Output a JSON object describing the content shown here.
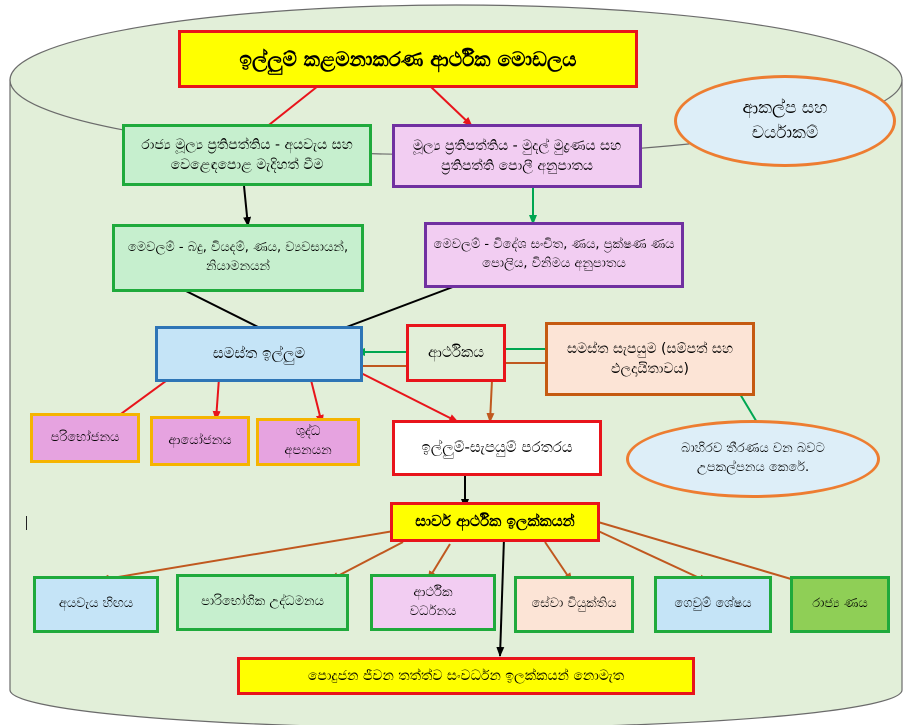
{
  "title": "ඉල්ලුම් කළමනාකරණ ආර්ථික මොඩලය",
  "attitudes": "ආකල්ප සහ චර්යාකම්",
  "fiscal_policy": "රාජ්‍ය මූල්‍ය ප්‍රතිපත්තිය - අයවැය සහ වෙළෙඳපොළ මැදිහත් වීම",
  "monetary_policy": "මූල්‍ය ප්‍රතිපත්තිය - මුදල් මුද්‍රණය සහ ප්‍රතිපත්ති පොලී අනුපාතය",
  "fiscal_tools": "මෙවලම් - බදු, වියදම්, ණය, ව්‍යවසායන්, නියාමනයන්",
  "monetary_tools": "මෙවලම් - විදේශ සංචිත, ණය, ප්‍රක්ෂණ ණය පොලිය, විනිමය අනුපාතය",
  "aggregate_demand": "සමස්ත ඉල්ලුම",
  "economy": "ආර්ථිකය",
  "aggregate_supply": "සමස්ත සැපයුම (සම්පත් සහ ඵලදායිතාවය)",
  "consumption": "පරිභෝජනය",
  "investment": "ආයෝජනය",
  "net_exports": "ශුද්ධ අපනයන",
  "gap": "ඉල්ලුම්-සැපයුම් පරතරය",
  "external_note": "බාහිරව තීරණය වන බවට උපකල්පනය කෙරේ.",
  "macro_goals": "සාර්ව ආර්ථික ඉලක්කයන්",
  "goals": {
    "budget_deficit": "අයවැය හිඟය",
    "consumer_inflation": "පාරිභෝගික උද්ධමනය",
    "economic_growth": "ආර්ථික වර්ධනය",
    "unemployment": "සේවා වියුක්තිය",
    "balance_of_payments": "ගෙවුම් ශේෂය",
    "public_debt": "රාජ්‍ය ණය"
  },
  "bottom_note": "පොදුජන ජීවන තත්ත්ව සංවර්ධන ඉලක්කයන් නොමැත",
  "colors": {
    "yellow": "#ffff00",
    "red": "#e8141b",
    "green_fill": "#c6efce",
    "green_border": "#1faa3c",
    "purple_fill": "#f2cdf2",
    "purple_border": "#7030a0",
    "blue_fill": "#c5e4f7",
    "blue_border": "#2e75b6",
    "peach_fill": "#fce4d6",
    "orange_border": "#c55a11",
    "pink_fill": "#e6a3e0",
    "gold_border": "#f5b400",
    "olive_green": "#8fcf56",
    "cylinder_fill": "#e2efd9",
    "cylinder_stroke": "#6b6b6b",
    "arrow_black": "#000000",
    "arrow_green": "#00a651",
    "arrow_brown": "#c0581f"
  }
}
